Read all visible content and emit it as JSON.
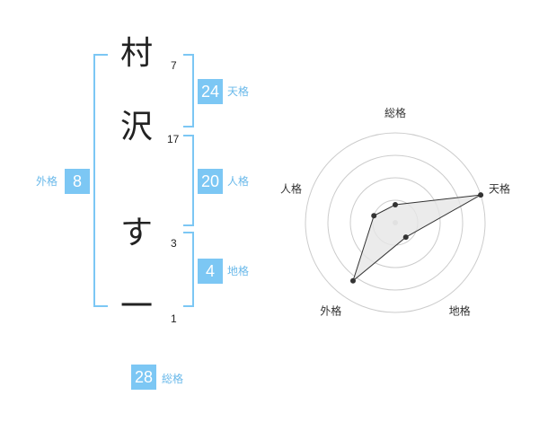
{
  "name_chars": [
    {
      "char": "村",
      "strokes": "7"
    },
    {
      "char": "沢",
      "strokes": "17"
    },
    {
      "char": "す",
      "strokes": "3"
    },
    {
      "char": "一",
      "strokes": "1"
    }
  ],
  "fortunes": {
    "tenkaku": {
      "value": "24",
      "label": "天格"
    },
    "jinkaku": {
      "value": "20",
      "label": "人格"
    },
    "chikaku": {
      "value": "4",
      "label": "地格"
    },
    "gaikaku": {
      "value": "8",
      "label": "外格"
    },
    "soukaku": {
      "value": "28",
      "label": "総格"
    }
  },
  "chart_data": {
    "type": "radar",
    "axes": [
      "総格",
      "天格",
      "地格",
      "外格",
      "人格"
    ],
    "values": [
      0.2,
      1.0,
      0.2,
      0.8,
      0.25
    ],
    "rings": 4,
    "colors": {
      "fill": "#e6e6e6",
      "line": "#333333",
      "ring": "#cccccc",
      "center": "#cccccc"
    }
  }
}
